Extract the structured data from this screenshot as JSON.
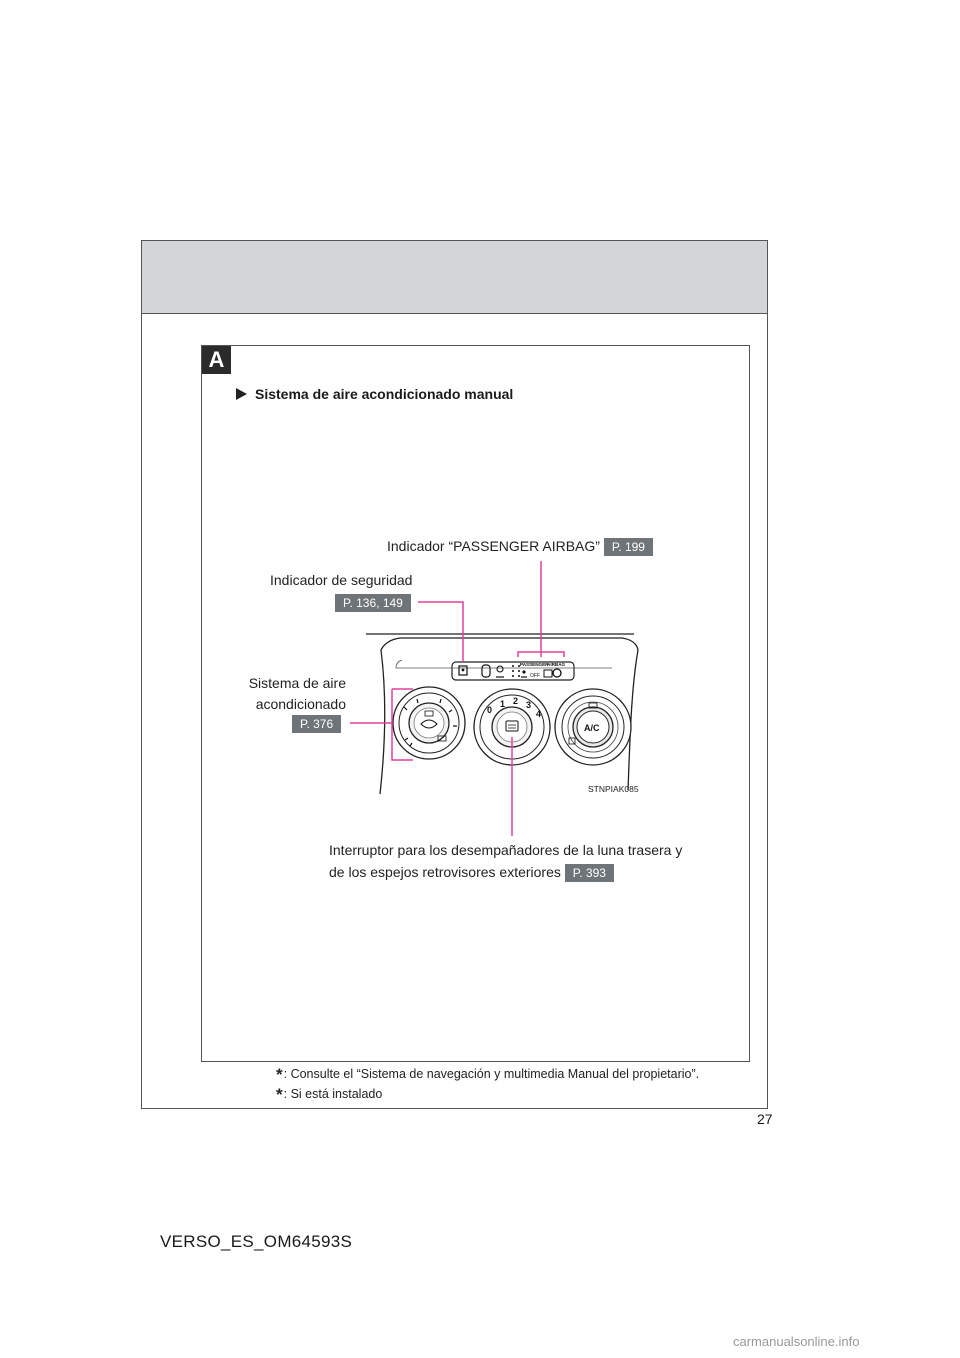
{
  "section_badge": "A",
  "section_title": "Sistema de aire acondicionado manual",
  "callouts": {
    "airbag": {
      "label": "Indicador “PASSENGER AIRBAG”",
      "ref": "P. 199"
    },
    "security": {
      "label": "Indicador de seguridad",
      "ref": "P. 136, 149"
    },
    "ac": {
      "label_line1": "Sistema de aire",
      "label_line2": "acondicionado",
      "ref": "P. 376"
    },
    "defog": {
      "label_line1": "Interruptor para los desempañadores de la luna trasera y",
      "label_line2": "de los espejos retrovisores exteriores",
      "ref": "P. 393"
    }
  },
  "illustration": {
    "image_code": "STNPIAK085",
    "panel_text_passenger": "PASSENGER",
    "panel_text_airbag": "AIRBAG",
    "panel_text_off": "OFF",
    "knob_right_label": "A/C",
    "fan_speeds": [
      "0",
      "1",
      "2",
      "3",
      "4"
    ]
  },
  "footnotes": [
    {
      "mark": "*",
      "text": ": Consulte el “Sistema de navegación y multimedia Manual del propietario”."
    },
    {
      "mark": "*",
      "text": ": Si está instalado"
    }
  ],
  "page_number": "27",
  "doc_code": "VERSO_ES_OM64593S",
  "watermark": "carmanualsonline.info",
  "colors": {
    "leader": "#e0409c",
    "ref_bg": "#6e7478",
    "header_band": "#d3d5d7"
  }
}
